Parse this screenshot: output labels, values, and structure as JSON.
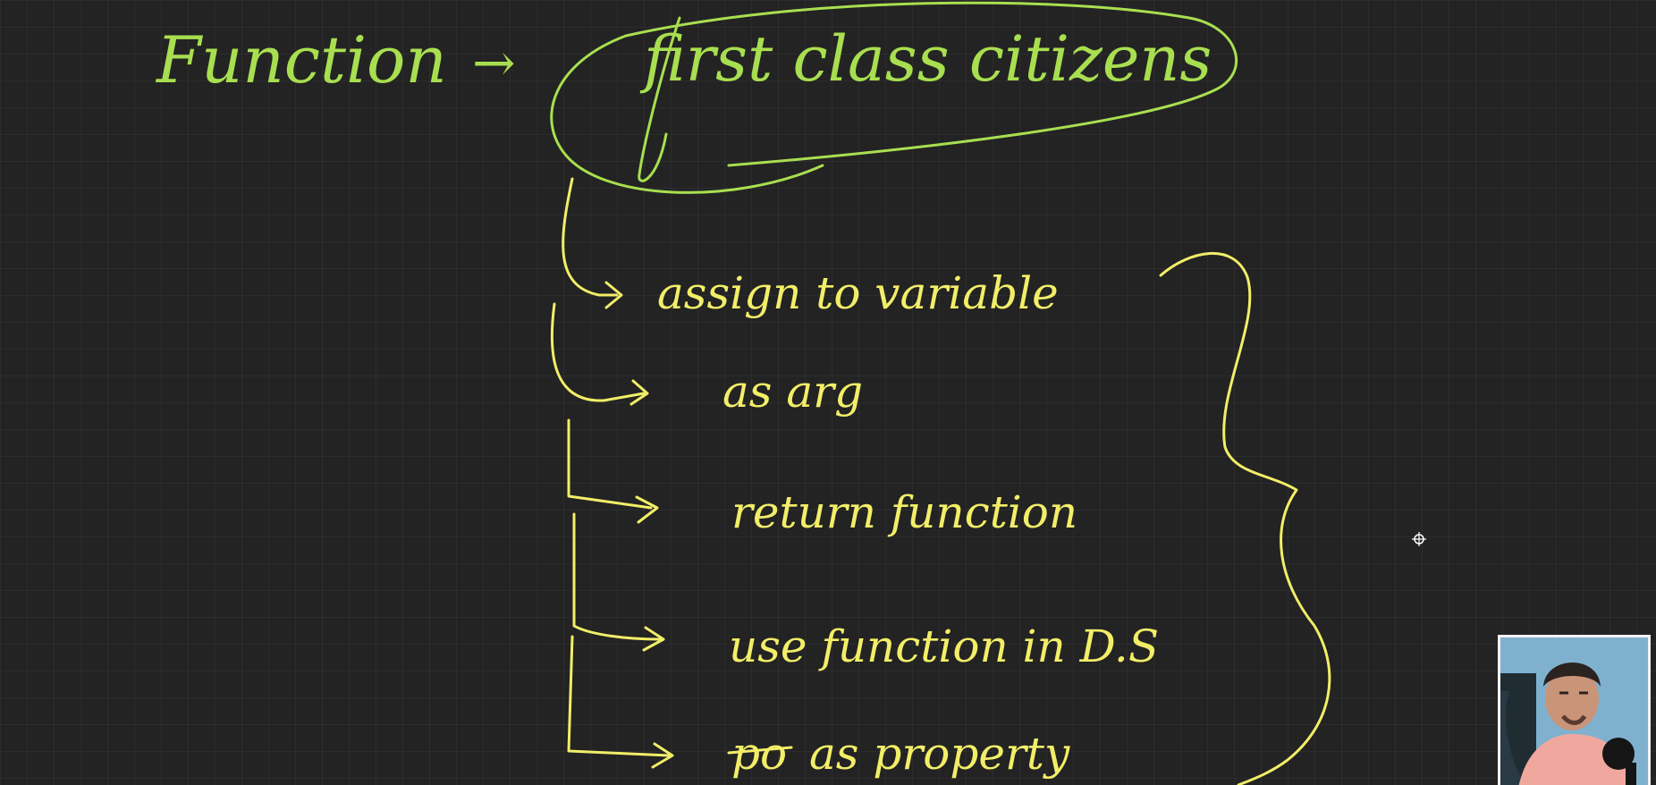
{
  "board": {
    "heading_word": "Function",
    "heading_arrow": "→",
    "circled_phrase": "first class citizens",
    "items": [
      {
        "text": "assign to variable"
      },
      {
        "text": "as arg"
      },
      {
        "text": "return function"
      },
      {
        "text": "use function in D.S"
      },
      {
        "text": "as property",
        "struck_prefix": "po"
      }
    ]
  },
  "colors": {
    "background": "#232323",
    "heading_ink": "#a8df50",
    "list_ink": "#f2ee68"
  },
  "overlay": {
    "cursor_icon": "move-cursor-icon",
    "webcam": "presenter-webcam"
  }
}
